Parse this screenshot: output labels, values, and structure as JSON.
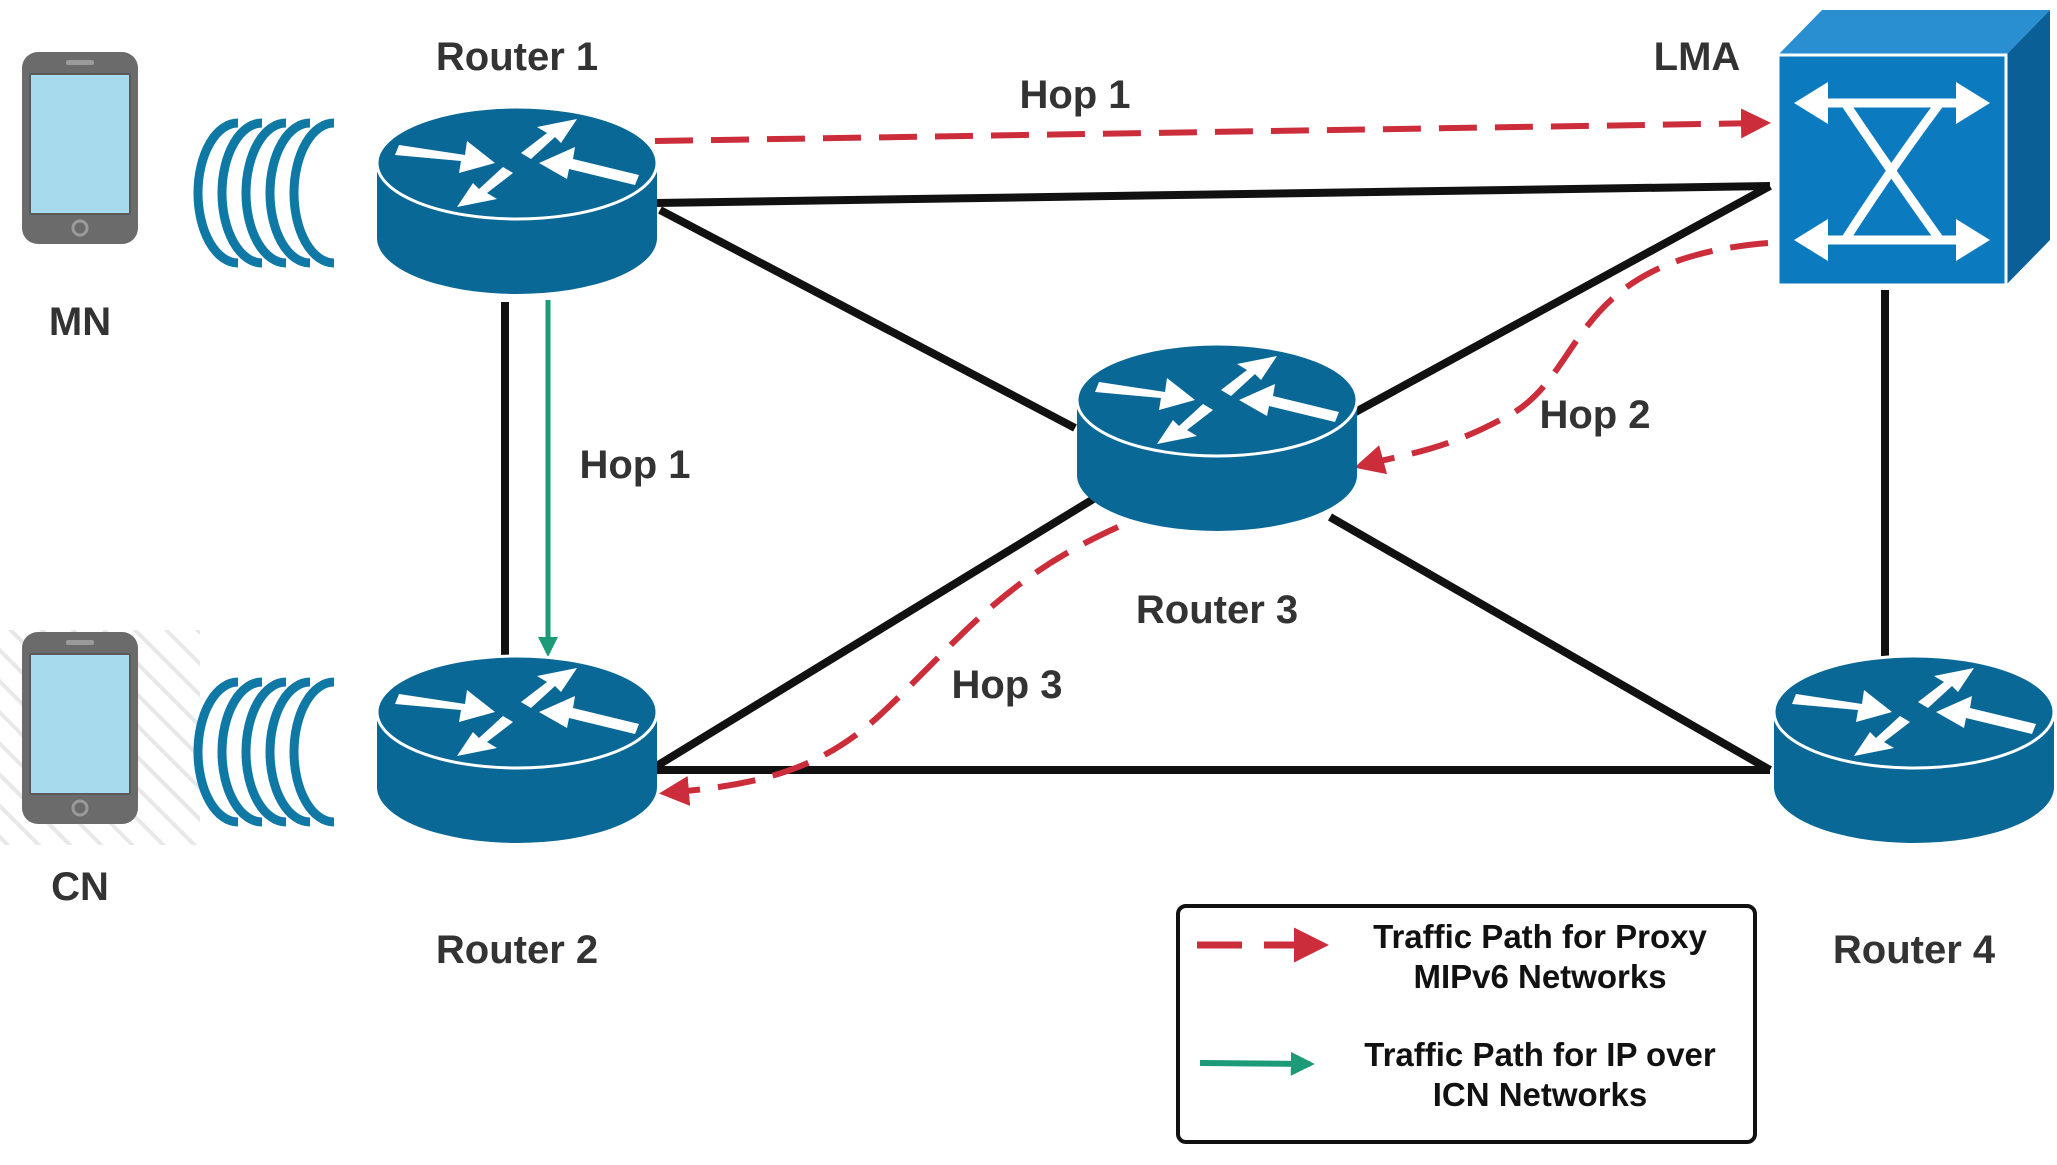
{
  "nodes": {
    "mn": "MN",
    "cn": "CN",
    "router1": "Router 1",
    "router2": "Router 2",
    "router3": "Router 3",
    "router4": "Router 4",
    "lma": "LMA"
  },
  "hops": {
    "r1_lma": "Hop 1",
    "r1_r2": "Hop 1",
    "lma_r3": "Hop 2",
    "r3_r2": "Hop 3"
  },
  "legend": {
    "proxy_line1": "Traffic Path for Proxy",
    "proxy_line2": "MIPv6 Networks",
    "icn_line1": "Traffic Path for IP over",
    "icn_line2": "ICN Networks"
  },
  "colors": {
    "router_blue": "#0a6896",
    "switch_blue": "#0c7abf",
    "proxy_path": "#cc2d3a",
    "icn_path": "#1d9a78",
    "link": "#111111",
    "phone_screen": "#a8daee",
    "phone_body": "#6b6b6b",
    "wireless": "#1078a5"
  },
  "icons": {
    "mn": "smartphone-icon",
    "cn": "smartphone-icon",
    "routers": "router-icon",
    "lma": "switch-icon",
    "signals": "wireless-signal-icon"
  }
}
